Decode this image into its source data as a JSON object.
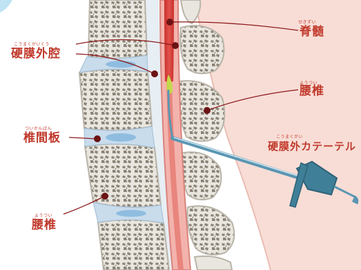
{
  "labels": {
    "spinal_cord": {
      "text": "脊髄",
      "ruby": "せきずい"
    },
    "epidural_space": {
      "text": "硬膜外腔",
      "ruby": "こうまくがいくう"
    },
    "vertebra_right": {
      "text": "腰椎",
      "ruby": "ようつい"
    },
    "disc": {
      "text": "椎間板",
      "ruby": "ついかんばん"
    },
    "catheter": {
      "text": "硬膜外カテーテル",
      "ruby": "こうまくがい"
    },
    "vertebra_left": {
      "text": "腰椎",
      "ruby": "ようつい"
    }
  },
  "colors": {
    "label_text": "#c0392b",
    "leader_line": "#8b1a1a",
    "leader_dot": "#6b1414",
    "bone_fill": "#e9e6df",
    "bone_edge": "#b9b4a8",
    "bone_texture": "#8b8478",
    "disc_fill": "#c9dcec",
    "dura_fill": "#f3b3ad",
    "spinal_cord": "#d9413a",
    "catheter": "#5a96b2",
    "needle_hub": "#3f7f98",
    "skin": "#f8ddd6",
    "needle_tip": "#c6d94a"
  }
}
